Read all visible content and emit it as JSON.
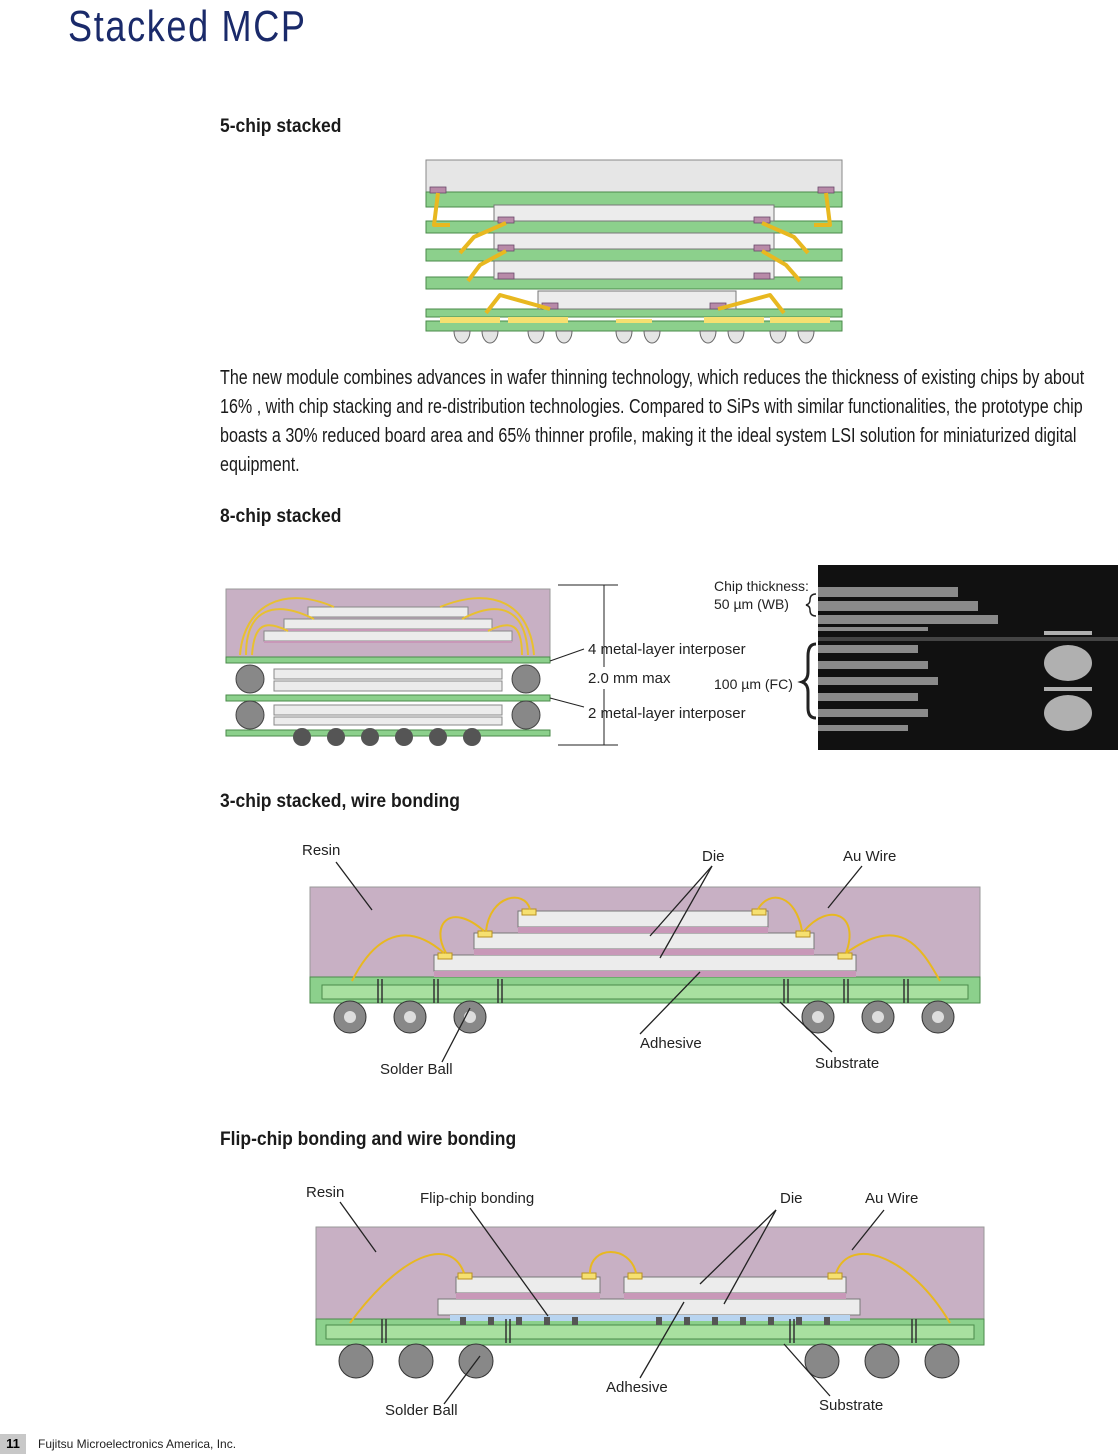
{
  "page": {
    "title": "Stacked MCP",
    "page_number": "11",
    "company": "Fujitsu Microelectronics America, Inc."
  },
  "sections": {
    "five_chip": {
      "heading": "5-chip stacked"
    },
    "description": "The new module combines advances in wafer thinning technology, which reduces the thickness of  existing chips by about 16% , with chip stacking and re-distribution technologies. Compared to SiPs with similar functionalities, the prototype chip boasts a 30% reduced board area and 65% thinner profile, making it the ideal system LSI solution for miniaturized digital equipment.",
    "eight_chip": {
      "heading": "8-chip stacked",
      "labels": {
        "interposer_4": "4 metal-layer interposer",
        "height": "2.0 mm max",
        "interposer_2": "2 metal-layer interposer",
        "chip_thickness": "Chip thickness:",
        "wb": "50 µm (WB)",
        "fc": "100 µm (FC)"
      }
    },
    "three_chip": {
      "heading": "3-chip stacked, wire bonding",
      "labels": {
        "resin": "Resin",
        "die": "Die",
        "au_wire": "Au Wire",
        "adhesive": "Adhesive",
        "solder_ball": "Solder Ball",
        "substrate": "Substrate"
      }
    },
    "flip_chip": {
      "heading": "Flip-chip bonding and wire bonding",
      "labels": {
        "resin": "Resin",
        "flip_chip_bonding": "Flip-chip bonding",
        "die": "Die",
        "au_wire": "Au Wire",
        "adhesive": "Adhesive",
        "solder_ball": "Solder Ball",
        "substrate": "Substrate"
      }
    }
  },
  "colors": {
    "resin": "#c8b0c4",
    "substrate": "#8cd08c",
    "die": "#ececec",
    "adhesive": "#c898b8",
    "wire": "#f0c020",
    "ball": "#707070"
  }
}
